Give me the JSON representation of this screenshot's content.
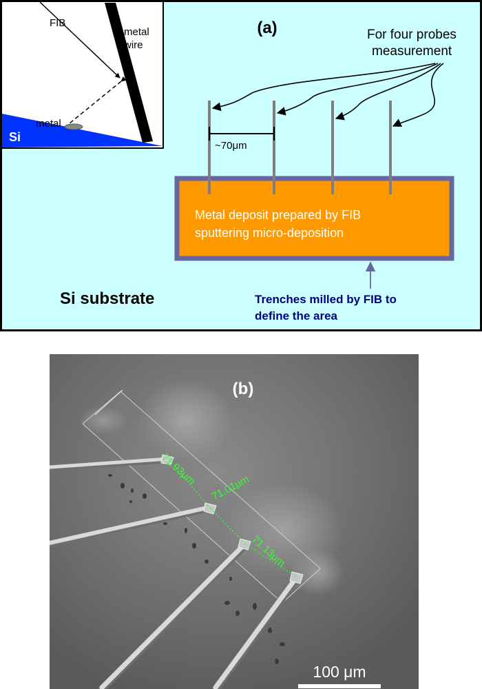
{
  "panel_a": {
    "label": "(a)",
    "inset": {
      "fib_label": "FIB",
      "wire_label_line1": "metal",
      "wire_label_line2": "wire",
      "metal_label": "metal",
      "si_label": "Si"
    },
    "probes_label_line1": "For four probes",
    "probes_label_line2": "measurement",
    "spacing_label": "~70μm",
    "deposit_line1": "Metal deposit prepared by FIB",
    "deposit_line2": "sputtering micro-deposition",
    "substrate_label": "Si substrate",
    "trench_line1": "Trenches milled by FIB to",
    "trench_line2": "define the area",
    "colors": {
      "background": "#ccffff",
      "deposit": "#ff9900",
      "trench_border": "#6666a0",
      "trench_text": "#000080",
      "si": "#0033ff"
    }
  },
  "panel_b": {
    "label": "(b)",
    "measurements": [
      "71.93μm",
      "71.01μm",
      "71.13μm"
    ],
    "scale_bar_label": "100 μm",
    "measurement_color": "#33ff33"
  }
}
